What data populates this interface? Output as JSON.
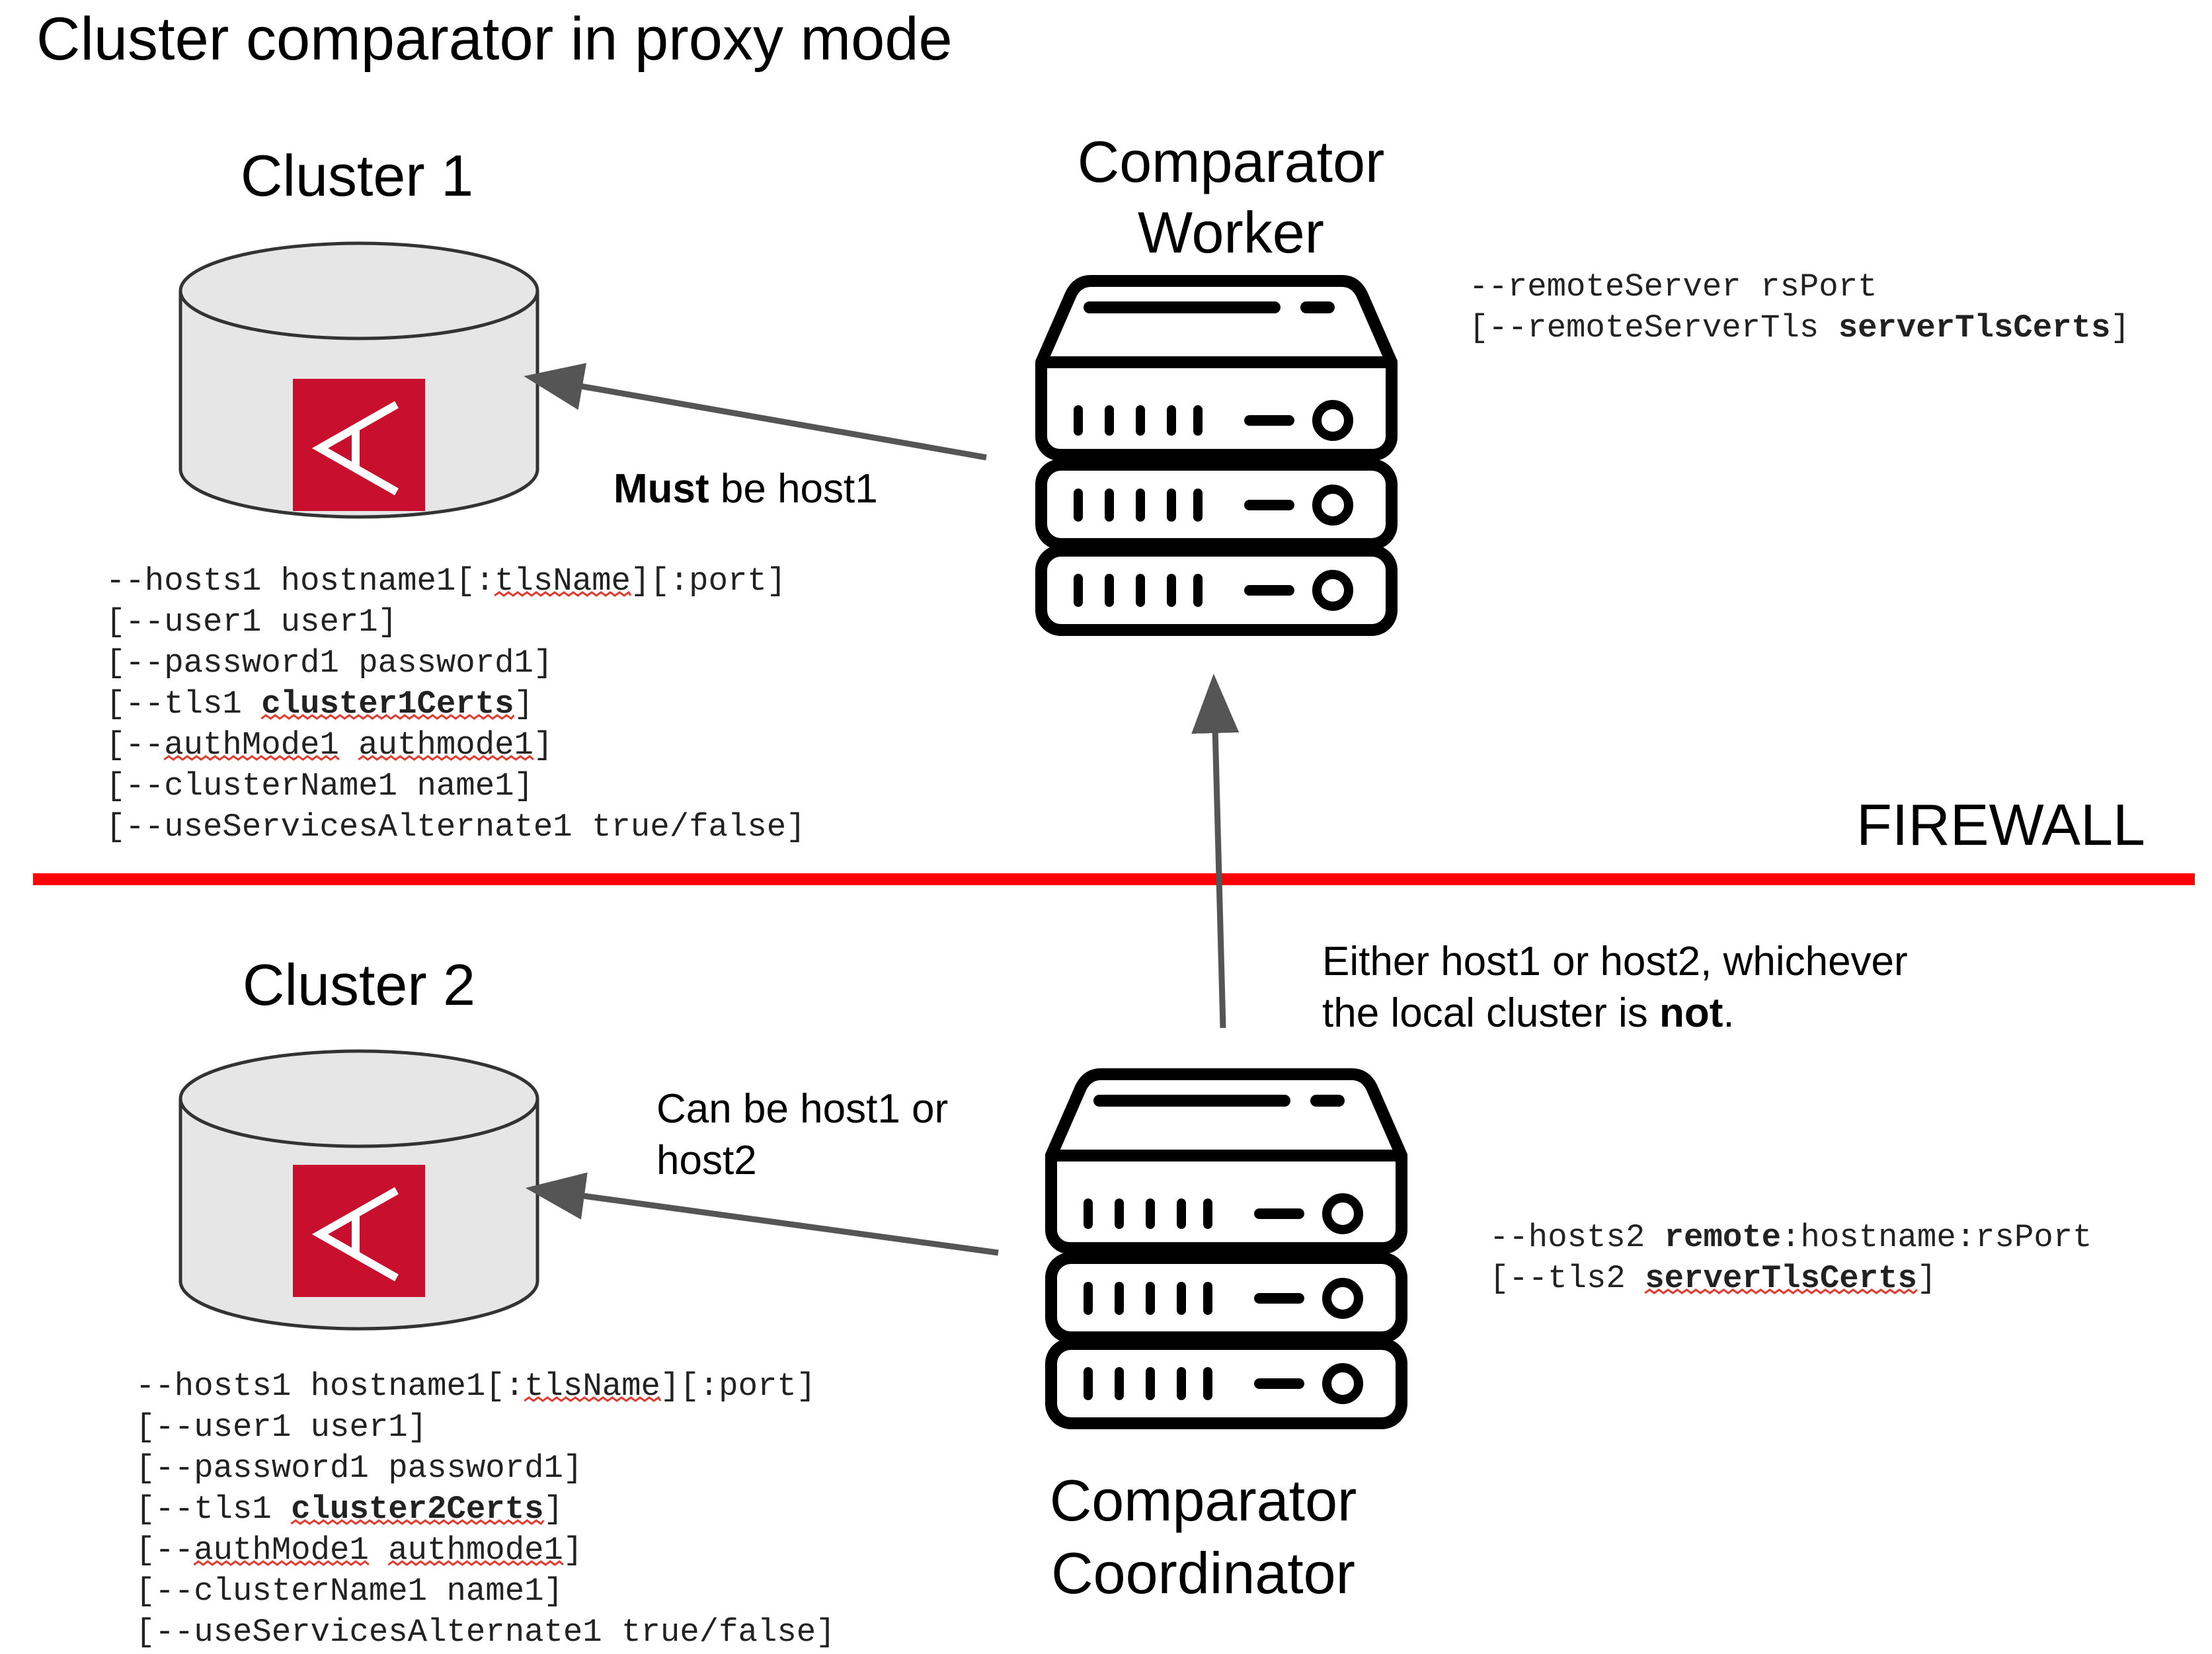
{
  "title": "Cluster comparator in proxy mode",
  "firewall_label": "FIREWALL",
  "colors": {
    "firewall_line": "#ff0000",
    "db_icon_bg": "#c8102e",
    "arrow": "#555555",
    "cylinder_fill": "#e6e6e6",
    "spellcheck": "#e23b2e"
  },
  "cluster1": {
    "label": "Cluster 1",
    "icon": "database-cylinder-icon",
    "logo": "aerospike-logo",
    "options": [
      [
        {
          "t": "--hosts1 hostname1[:"
        },
        {
          "t": "tlsName",
          "sq": true
        },
        {
          "t": "][:port]"
        }
      ],
      [
        {
          "t": "[--user1 user1]"
        }
      ],
      [
        {
          "t": "[--password1 password1]"
        }
      ],
      [
        {
          "t": "[--tls1 "
        },
        {
          "t": "cluster1Certs",
          "b": true,
          "sq": true
        },
        {
          "t": "]"
        }
      ],
      [
        {
          "t": "[--"
        },
        {
          "t": "authMode1",
          "sq": true
        },
        {
          "t": " "
        },
        {
          "t": "authmode1",
          "sq": true
        },
        {
          "t": "]"
        }
      ],
      [
        {
          "t": "[--clusterName1 name1]"
        }
      ],
      [
        {
          "t": "[--useServicesAlternate1 true/false]"
        }
      ]
    ]
  },
  "cluster2": {
    "label": "Cluster 2",
    "icon": "database-cylinder-icon",
    "logo": "aerospike-logo",
    "options": [
      [
        {
          "t": "--hosts1 hostname1[:"
        },
        {
          "t": "tlsName",
          "sq": true
        },
        {
          "t": "][:port]"
        }
      ],
      [
        {
          "t": "[--user1 user1]"
        }
      ],
      [
        {
          "t": "[--password1 password1]"
        }
      ],
      [
        {
          "t": "[--tls1 "
        },
        {
          "t": "cluster2Certs",
          "b": true,
          "sq": true
        },
        {
          "t": "]"
        }
      ],
      [
        {
          "t": "[--"
        },
        {
          "t": "authMode1",
          "sq": true
        },
        {
          "t": " "
        },
        {
          "t": "authmode1",
          "sq": true
        },
        {
          "t": "]"
        }
      ],
      [
        {
          "t": "[--clusterName1 name1]"
        }
      ],
      [
        {
          "t": "[--useServicesAlternate1 true/false]"
        }
      ]
    ]
  },
  "worker": {
    "label_lines": [
      "Comparator",
      "Worker"
    ],
    "icon": "server-rack-icon",
    "options": [
      [
        {
          "t": "--remoteServer rsPort"
        }
      ],
      [
        {
          "t": "[--remoteServerTls "
        },
        {
          "t": "serverTlsCerts",
          "b": true
        },
        {
          "t": "]"
        }
      ]
    ]
  },
  "coordinator": {
    "label_lines": [
      "Comparator",
      "Coordinator"
    ],
    "icon": "server-rack-icon",
    "options": [
      [
        {
          "t": "--hosts2 "
        },
        {
          "t": "remote",
          "b": true
        },
        {
          "t": ":hostname:rsPort"
        }
      ],
      [
        {
          "t": "[--tls2 "
        },
        {
          "t": "serverTlsCerts",
          "b": true,
          "sq": true
        },
        {
          "t": "]"
        }
      ]
    ]
  },
  "arrows": {
    "worker_to_cluster1": [
      {
        "t": "Must",
        "b": true
      },
      {
        "t": " be host1"
      }
    ],
    "coordinator_to_cluster2": [
      [
        {
          "t": "Can be host1 or"
        }
      ],
      [
        {
          "t": "host2"
        }
      ]
    ],
    "coordinator_to_worker": [
      [
        {
          "t": "Either host1 or host2, whichever"
        }
      ],
      [
        {
          "t": "the local cluster is "
        },
        {
          "t": "not",
          "b": true
        },
        {
          "t": "."
        }
      ]
    ]
  }
}
